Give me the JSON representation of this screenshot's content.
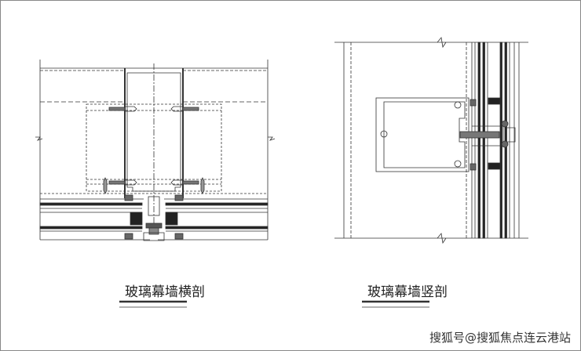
{
  "drawings": {
    "horizontal_section": {
      "caption": "玻璃幕墙横剖"
    },
    "vertical_section": {
      "caption": "玻璃幕墙竖剖"
    }
  },
  "watermark": "搜狐号@搜狐焦点连云港站",
  "colors": {
    "line": "#333333",
    "background": "#ffffff",
    "frame": "#888888"
  }
}
